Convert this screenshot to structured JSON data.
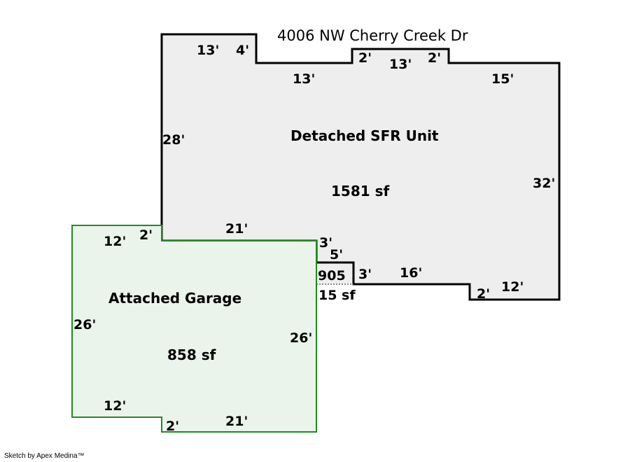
{
  "address": "4006 NW Cherry Creek Dr",
  "colors": {
    "house_fill": "#eeeeee",
    "house_stroke": "#000000",
    "garage_fill": "#eaf4ea",
    "garage_stroke": "#228b22"
  },
  "house": {
    "name": "Detached SFR Unit",
    "area": "1581 sf",
    "dimensions": [
      "13'",
      "4'",
      "13'",
      "2'",
      "13'",
      "2'",
      "15'",
      "28'",
      "32'",
      "21'",
      "3'",
      "5'",
      "3'",
      "16'",
      "2'",
      "12'"
    ]
  },
  "small_area": {
    "name": "905",
    "area": "15 sf"
  },
  "garage": {
    "name": "Attached Garage",
    "area": "858 sf",
    "dimensions": [
      "12'",
      "2'",
      "26'",
      "26'",
      "12'",
      "2'",
      "21'"
    ]
  },
  "credit": "Sketch by Apex Medina™"
}
